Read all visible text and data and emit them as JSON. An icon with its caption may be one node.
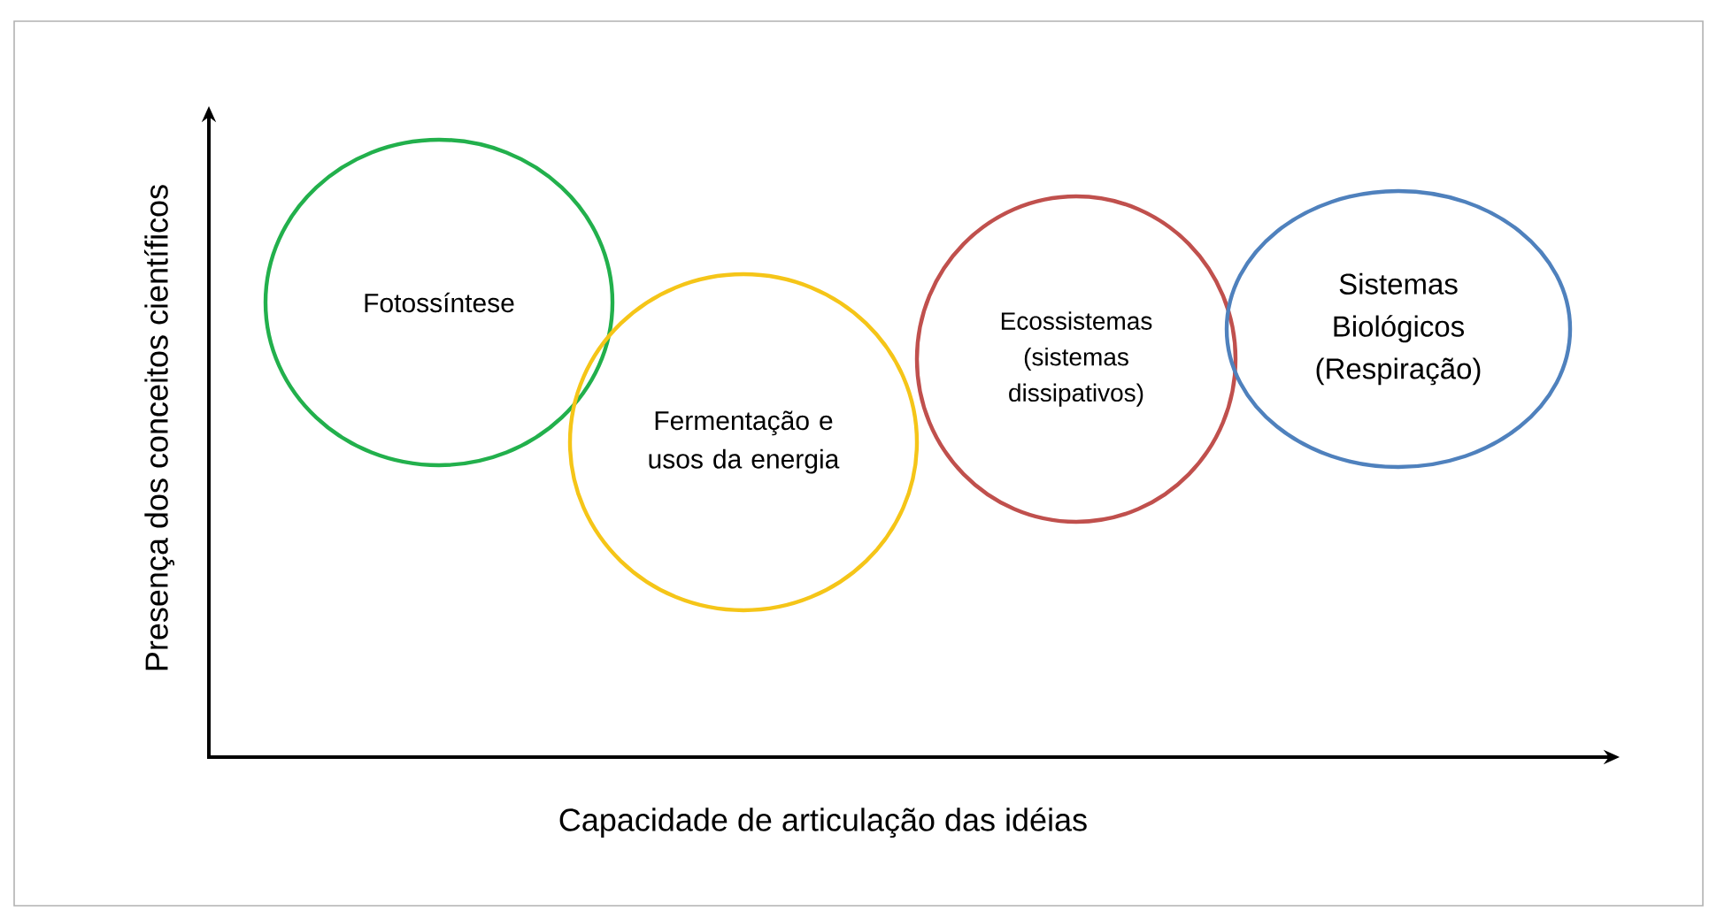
{
  "diagram": {
    "nodes": [
      {
        "text": [
          "Fotossíntese"
        ]
      },
      {
        "text": [
          "Fermentação e usos da energia"
        ]
      },
      {
        "text": [
          "Ecossistemas (sistemas dissipativos)"
        ]
      },
      {
        "text": [
          "Sistemas Biológicos (Respiração)"
        ]
      }
    ],
    "labels": [
      "Presença dos conceitos científicos",
      "Capacidade de articulação das idéias"
    ]
  }
}
